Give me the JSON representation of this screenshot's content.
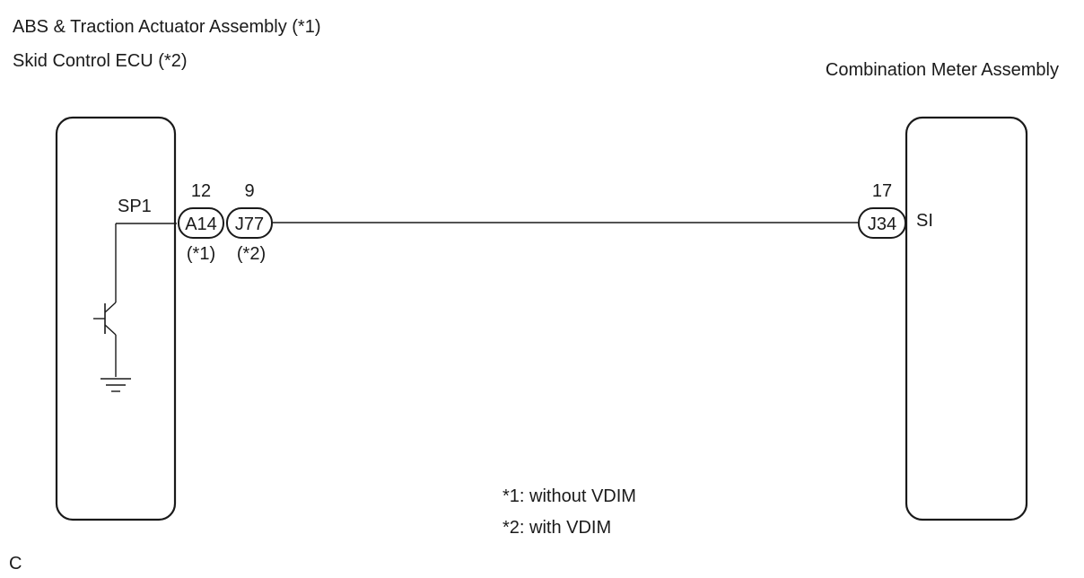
{
  "titles": {
    "ecu_line1": "ABS & Traction Actuator Assembly (*1)",
    "ecu_line2": "Skid Control ECU (*2)",
    "meter": "Combination Meter Assembly"
  },
  "left_component": {
    "terminal": "SP1",
    "connectors": [
      {
        "pin": "12",
        "code": "A14",
        "note": "(*1)"
      },
      {
        "pin": "9",
        "code": "J77",
        "note": "(*2)"
      }
    ]
  },
  "right_component": {
    "terminal": "SI",
    "connector": {
      "pin": "17",
      "code": "J34"
    }
  },
  "notes": {
    "note1": "*1: without VDIM",
    "note2": "*2: with VDIM"
  },
  "corner_mark": "C",
  "colors": {
    "line": "#1a1a1a",
    "background": "#ffffff"
  }
}
